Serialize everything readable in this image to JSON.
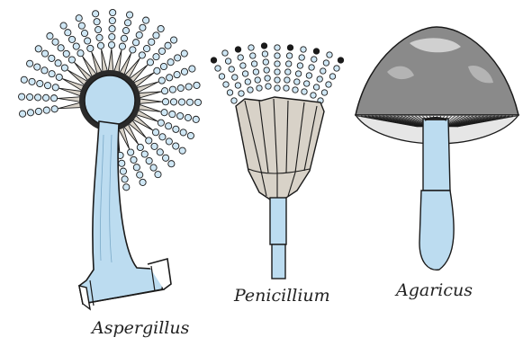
{
  "colors": {
    "stalk": "#bcdcf0",
    "sterigma": "#d8d2c8",
    "outline": "#1a1a1a",
    "cap": "#7a7a7a",
    "spore": "#cfe7f5"
  },
  "specimens": [
    {
      "label": "Aspergillus",
      "icon": "aspergillus-illustration"
    },
    {
      "label": "Penicillium",
      "icon": "penicillium-illustration"
    },
    {
      "label": "Agaricus",
      "icon": "agaricus-illustration"
    }
  ]
}
